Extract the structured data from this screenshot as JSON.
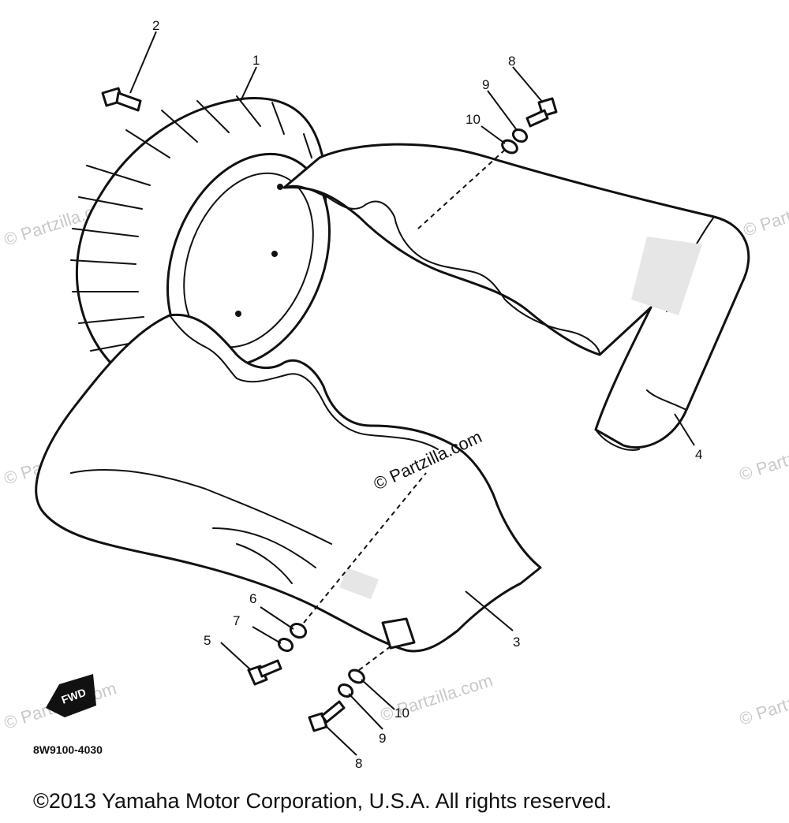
{
  "diagram": {
    "callouts": {
      "c1": "1",
      "c2": "2",
      "c3": "3",
      "c4": "4",
      "c5": "5",
      "c6": "6",
      "c7": "7",
      "c8_top": "8",
      "c9_top": "9",
      "c10_top": "10",
      "c8_bottom": "8",
      "c9_bottom": "9",
      "c10_bottom": "10"
    },
    "fwd_label": "FWD",
    "reference_code": "8W9100-4030",
    "watermark_center": "© Partzilla.com",
    "watermark_repeat": "© Partzilla.com",
    "copyright": "©2013 Yamaha Motor Corporation, U.S.A. All rights reserved."
  }
}
